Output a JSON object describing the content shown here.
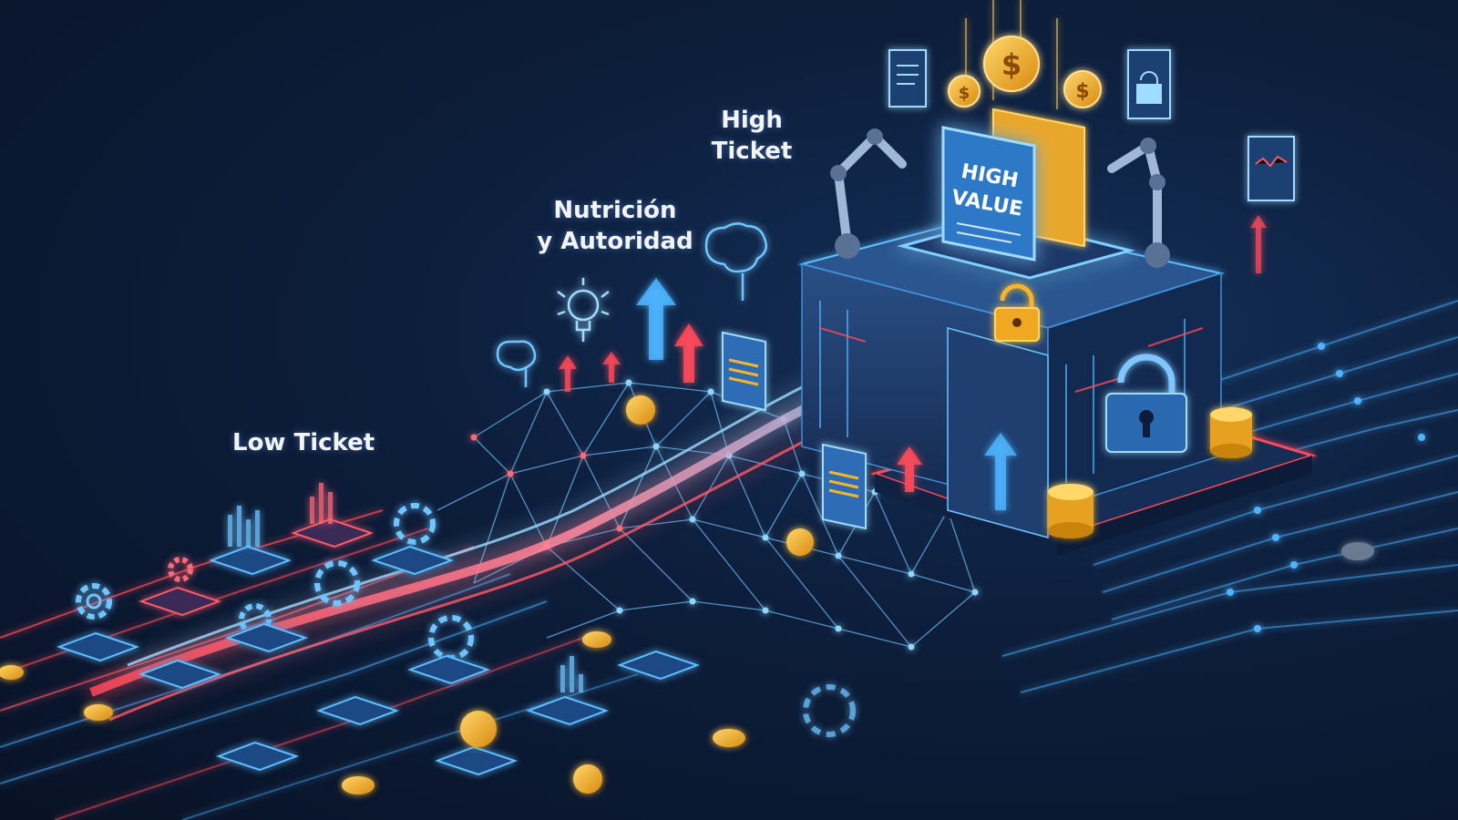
{
  "labels": {
    "low_ticket": "Low Ticket",
    "mid_line1": "Nutrición",
    "mid_line2": "y Autoridad",
    "high_line1": "High",
    "high_line2": "Ticket"
  },
  "card": {
    "line1": "HIGH",
    "line2": "VALUE"
  },
  "coin_symbol": "$",
  "colors": {
    "background": "#0d1f3d",
    "blue_glow": "#4fb4ff",
    "red_glow": "#ff4a5a",
    "gold": "#f5b52a"
  },
  "icons": [
    "gear-icon",
    "coin-icon",
    "lock-icon",
    "brain-icon",
    "lightbulb-icon",
    "document-icon",
    "robot-arm-icon",
    "arrow-up-icon",
    "bar-chart-icon"
  ]
}
